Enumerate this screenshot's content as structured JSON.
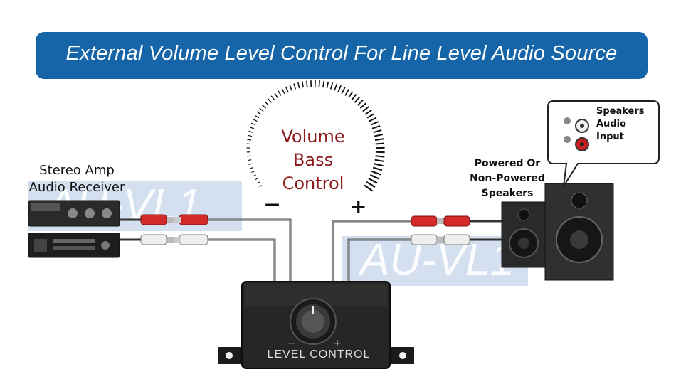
{
  "banner": {
    "title": "External Volume Level Control For Line Level Audio Source"
  },
  "amp": {
    "line1": "Stereo Amp",
    "line2": "Audio Receiver"
  },
  "speakers": {
    "line1": "Powered Or",
    "line2": "Non-Powered",
    "line3": "Speakers"
  },
  "bubble": {
    "line1": "Speakers",
    "line2": "Audio",
    "line3": "Input"
  },
  "dial": {
    "line1": "Volume",
    "line2": "Bass",
    "line3": "Control",
    "minus": "−",
    "plus": "+"
  },
  "device": {
    "label": "LEVEL CONTROL",
    "minus": "−",
    "plus": "+"
  },
  "watermark": {
    "text1": "AU-VL1",
    "text2": "AU-VL1"
  },
  "colors": {
    "banner": "#1565a8",
    "volume_text": "#8b1a1a",
    "rca_red": "#d42a2a",
    "rca_white": "#e8e8e8"
  }
}
